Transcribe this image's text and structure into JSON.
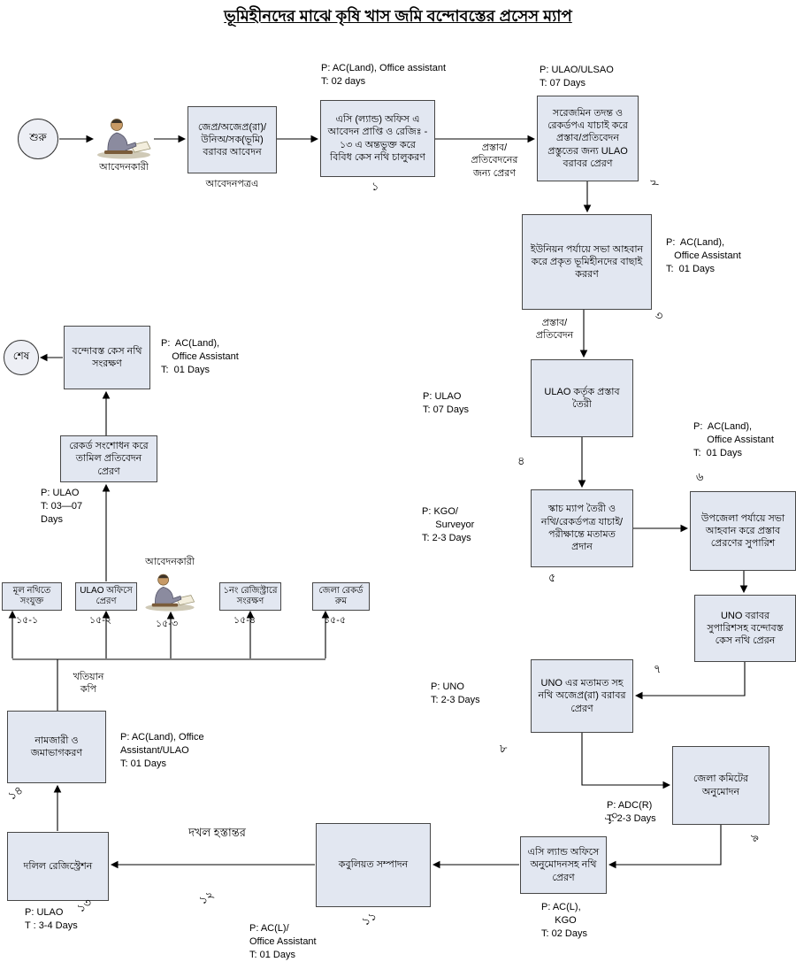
{
  "title": "ভূমিহীনদের মাঝে কৃষি খাস জমি বন্দোবস্তের প্রসেস ম্যাপ",
  "colors": {
    "box_fill": "#e2e7f1",
    "box_border": "#474747",
    "circle_fill": "#edeff5",
    "line_color": "#000000"
  },
  "nodes": {
    "start": "শুরু",
    "end": "শেষ",
    "applicant1": "আবেদনকারী",
    "applicant2": "আবেদনকারী",
    "application": "জেপ্র/অজেপ্র(রা)/\nউনিঅ/সক(ভূমি)\nবরাবর আবেদন",
    "application_caption": "আবেদনপত্রএ",
    "acland_case_open": "এসি (ল্যান্ড) অফিস এ\nআবেদন প্রাপ্তি ও রেজিঃ -\n১৩ এ অন্তভুক্ত করে\nবিবিধ কেস নথি চালুকরণ",
    "survey_verification": "সরেজমিন তদন্ত ও\nরেকর্ডপএ যাচাই করে\nপ্রস্তাব/প্রতিবেদন\nপ্রস্তুতের জন্য ULAO\nবরাবর প্রেরণ",
    "union_meeting": "ইউনিয়ন পর্যায়ে সভা আহবান\nকরে প্রকৃত ভূমিহীনদের বাছাই\nকররণ",
    "ulao_proposal": "ULAO কর্তৃক প্রস্তাব\nতৈরী",
    "sketch_map": "স্কাচ ম্যাপ তৈরী ও\nনথি/রেকর্ডপত্র যাচাই/\nপরীক্ষান্তে মতামত\nপ্রদান",
    "upazila_meeting": "উপজেলা পর্যায়ে সভা\nআহবান করে প্রস্তাব\nপ্রেরণের সুপারিশ",
    "uno_forward": "UNO বরাবর\nসুপারিশসহ বন্দোবস্ত\nকেস নথি প্রেরন",
    "uno_opinion": "UNO এর মতামত সহ\nনথি অজেপ্র(রা) বরাবর\nপ্রেরণ",
    "district_committee": "জেলা কমিটের\nঅনুমোদন",
    "acland_approval_send": "এসি ল্যান্ড অফিসে\nঅনুমোদনসহ নথি\nপ্রেরণ",
    "kabuliyat": "কবুলিয়ত সম্পাদন",
    "deed_registration": "দলিল রেজিস্ট্রেশন",
    "mutation": "নামজারী ও\nজমাভাগকরণ",
    "record_correction": "রেকর্ড সংশোধন করে\nতামিল প্রতিবেদন প্রেরণ",
    "case_preservation": "বন্দোবস্ত কেস নথি\nসংরক্ষণ",
    "dist_main_file": "মূল নথিতে\nসংযুক্ত",
    "dist_ulao_office": "ULAO অফিসে\nপ্রেরণ",
    "dist_register1": "১নং রেজিস্ট্রারে\nসংরক্ষণ",
    "dist_record_room": "জেলা রেকর্ড\nরুম"
  },
  "annotations": {
    "step1": "P: AC(Land), Office assistant\nT: 02 days",
    "step2": "P: ULAO/ULSAO\nT: 07 Days",
    "step3": "P:  AC(Land),\n   Office Assistant\nT:  01 Days",
    "step4": "P: ULAO\nT: 07 Days",
    "step5": "P: KGO/\n     Surveyor\nT: 2-3 Days",
    "step6": "P:  AC(Land),\n     Office Assistant\nT:  01 Days",
    "step8": "P: UNO\nT: 2-3 Days",
    "step9": "P: ADC(R)\nT: 2-3 Days",
    "step10": "P: AC(L),\n     KGO\nT: 02 Days",
    "step11": "P: AC(L)/\nOffice Assistant\nT: 01 Days",
    "step13": "P: ULAO\nT : 3-4 Days",
    "step14": "P: AC(Land), Office\nAssistant/ULAO\nT: 01 Days",
    "step15": "P: ULAO\nT: 03—07\nDays",
    "step16": "P:  AC(Land),\n    Office Assistant\nT:  01 Days"
  },
  "edge_labels": {
    "send_for_report": "প্রস্তাব/\nপ্রতিবেদনের\nজন্য প্রেরণ",
    "proposal_report": "প্রস্তাব/\nপ্রতিবেদন",
    "possession_transfer": "দখল হস্তান্তর",
    "khatian_copy": "খতিয়ান\nকপি"
  },
  "steps": {
    "s1": "১",
    "s2": "২",
    "s3": "৩",
    "s4": "৪",
    "s5": "৫",
    "s6": "৬",
    "s7": "৭",
    "s8": "৮",
    "s9": "৯",
    "s10": "১০",
    "s11": "১১",
    "s12": "১২",
    "s13": "১৩",
    "s14": "১৪",
    "s15_1": "১৫-১",
    "s15_2": "১৫-২",
    "s15_3": "১৫-৩",
    "s15_4": "১৫-৪",
    "s15_5": "১৫-৫"
  }
}
